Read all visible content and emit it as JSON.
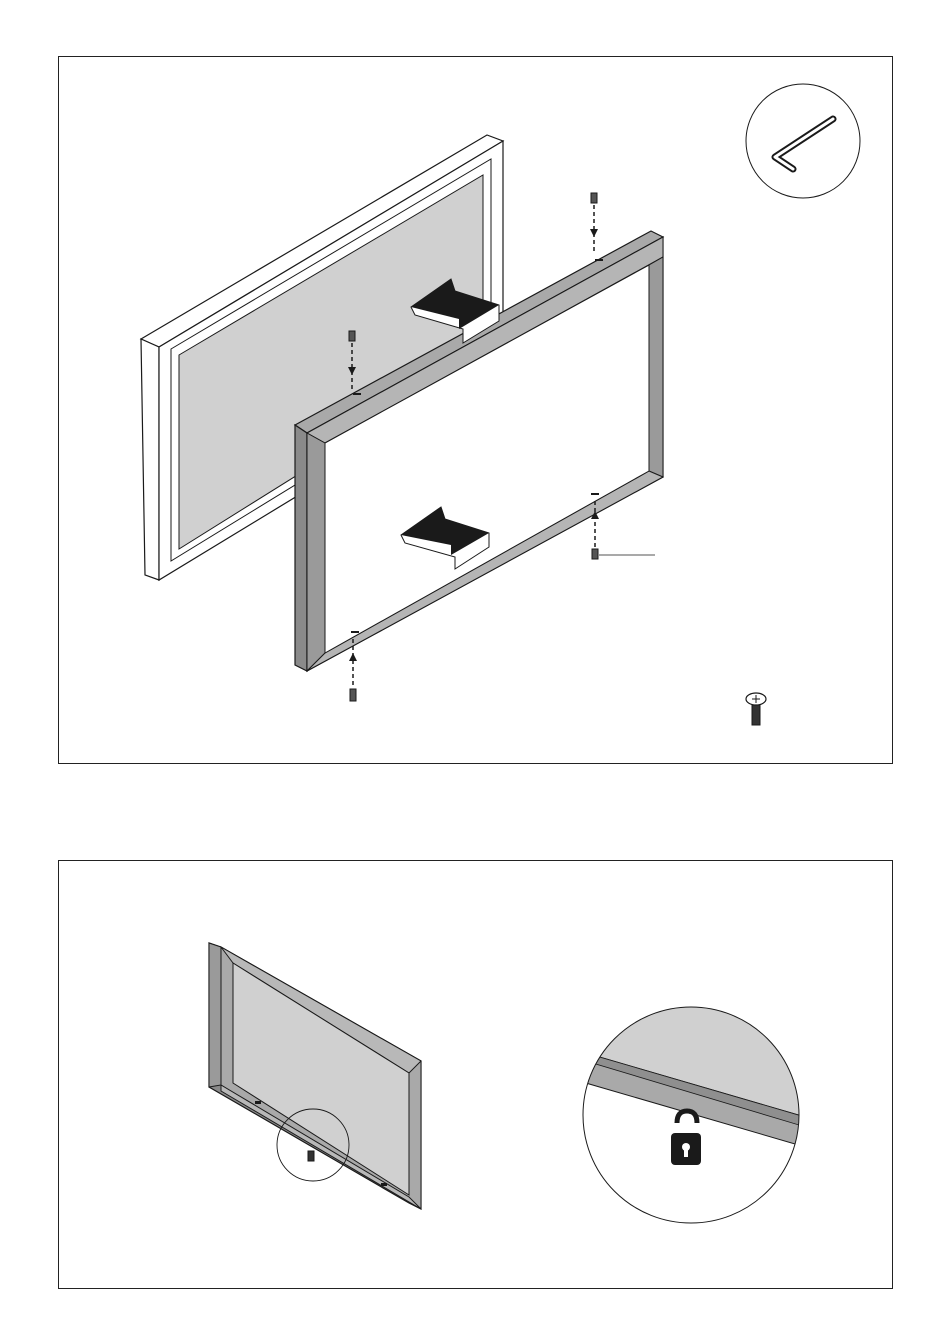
{
  "document": {
    "panels": [
      {
        "id": "step-1",
        "parts": [
          "display-panel",
          "front-frame",
          "push-arrow",
          "screw",
          "hex-key"
        ]
      },
      {
        "id": "step-2",
        "parts": [
          "assembled-frame",
          "padlock-detail"
        ]
      }
    ],
    "colors": {
      "line": "#1a1a1a",
      "screen_fill": "#d0d0d0",
      "frame_gray": "#a9a9a9",
      "frame_dark": "#7a7a7a",
      "arrow_fill": "#1a1a1a"
    },
    "icons": [
      "hex-key-icon",
      "screw-icon",
      "padlock-icon",
      "arrow-icon"
    ]
  }
}
